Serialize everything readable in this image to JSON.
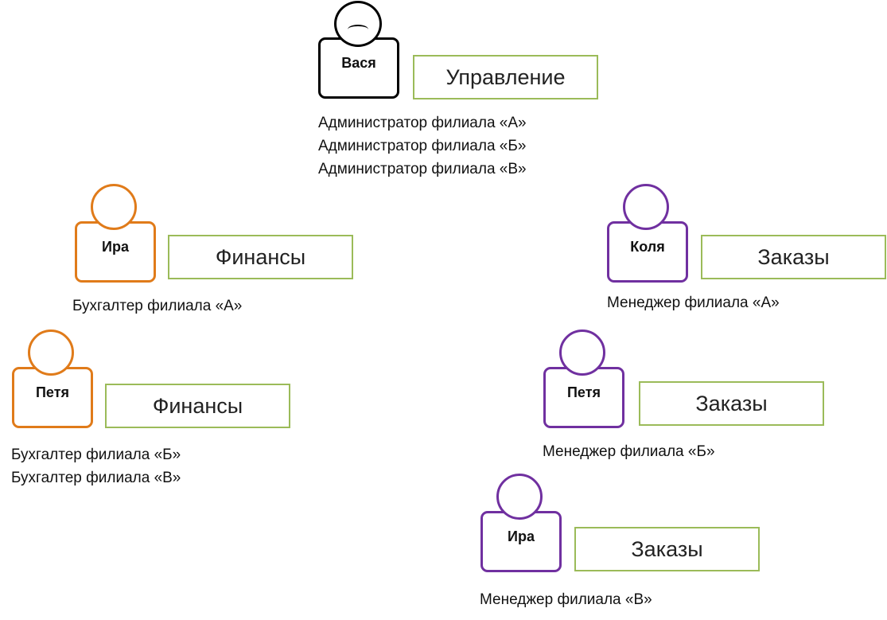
{
  "people": [
    {
      "id": "vasya",
      "name": "Вася",
      "color": "#000000",
      "role": "Управление",
      "captions": [
        "Администратор филиала «А»",
        "Администратор филиала «Б»",
        "Администратор филиала «В»"
      ]
    },
    {
      "id": "ira-finance",
      "name": "Ира",
      "color": "#e07b1a",
      "role": "Финансы",
      "captions": [
        "Бухгалтер филиала «А»"
      ]
    },
    {
      "id": "petya-finance",
      "name": "Петя",
      "color": "#e07b1a",
      "role": "Финансы",
      "captions": [
        "Бухгалтер филиала «Б»",
        "Бухгалтер филиала «В»"
      ]
    },
    {
      "id": "kolya-orders",
      "name": "Коля",
      "color": "#7030a0",
      "role": "Заказы",
      "captions": [
        "Менеджер филиала «А»"
      ]
    },
    {
      "id": "petya-orders",
      "name": "Петя",
      "color": "#7030a0",
      "role": "Заказы",
      "captions": [
        "Менеджер филиала «Б»"
      ]
    },
    {
      "id": "ira-orders",
      "name": "Ира",
      "color": "#7030a0",
      "role": "Заказы",
      "captions": [
        "Менеджер филиала «В»"
      ]
    }
  ],
  "colors": {
    "role_box_border": "#9bbb59"
  }
}
